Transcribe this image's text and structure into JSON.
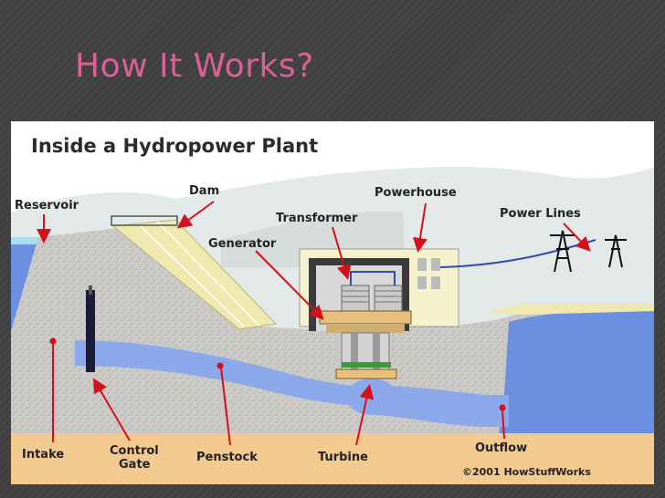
{
  "slide": {
    "title": "How It Works?"
  },
  "diagram": {
    "header": "Inside a Hydropower Plant",
    "labels": {
      "reservoir": "Reservoir",
      "dam": "Dam",
      "powerhouse": "Powerhouse",
      "transformer": "Transformer",
      "power_lines": "Power Lines",
      "generator": "Generator",
      "intake": "Intake",
      "control_gate_line1": "Control",
      "control_gate_line2": "Gate",
      "penstock": "Penstock",
      "turbine": "Turbine",
      "outflow": "Outflow",
      "copyright": "©2001 HowStuffWorks"
    },
    "colors": {
      "title_pink": "#d9609a",
      "water": "#6d8fe0",
      "penstock": "#8aa8ea",
      "concrete": "#c9c9c4",
      "ground": "#f2c98c",
      "hills": "#e1e6e6",
      "sky_water": "#9fd8ee",
      "arrow_red": "#d6101a",
      "dam_face": "#efe9b0"
    }
  }
}
